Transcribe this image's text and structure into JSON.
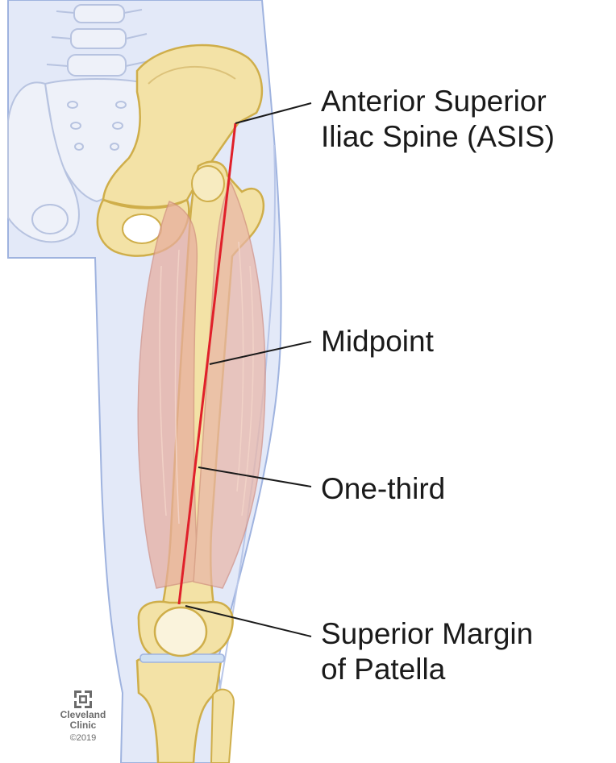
{
  "labels": {
    "asis_line1": "Anterior Superior",
    "asis_line2": "Iliac Spine (ASIS)",
    "midpoint": "Midpoint",
    "one_third": "One-third",
    "patella_line1": "Superior Margin",
    "patella_line2": "of Patella"
  },
  "logo": {
    "name_line1": "Cleveland",
    "name_line2": "Clinic",
    "copyright": "©2019"
  },
  "colors": {
    "bone": "#f3e2a6",
    "bone_outline": "#cfae4a",
    "muscle": "#e8b1a4",
    "skin": "#e3e9f8",
    "skin_outline": "#9fb3df",
    "reference_line": "#e0202a",
    "leader_line": "#1a1a1a"
  }
}
